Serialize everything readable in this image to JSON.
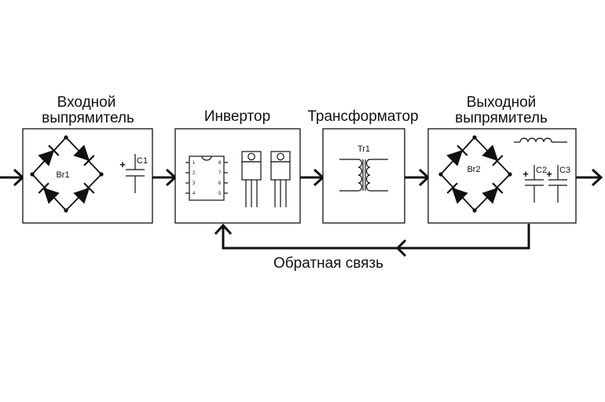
{
  "blocks": {
    "input_rectifier": {
      "line1": "Входной",
      "line2": "выпрямитель",
      "bridge": "Br1",
      "cap": "C1"
    },
    "inverter": {
      "title": "Инвертор",
      "pins_left": [
        "1",
        "2",
        "3",
        "4"
      ],
      "pins_right": [
        "8",
        "7",
        "6",
        "5"
      ]
    },
    "transformer": {
      "title": "Трансформатор",
      "ref": "Tr1"
    },
    "output_rectifier": {
      "line1": "Выходной",
      "line2": "выпрямитель",
      "bridge": "Br2",
      "cap_a": "C2",
      "cap_b": "C3"
    }
  },
  "feedback": {
    "label": "Обратная связь"
  },
  "plus_sign": "+"
}
